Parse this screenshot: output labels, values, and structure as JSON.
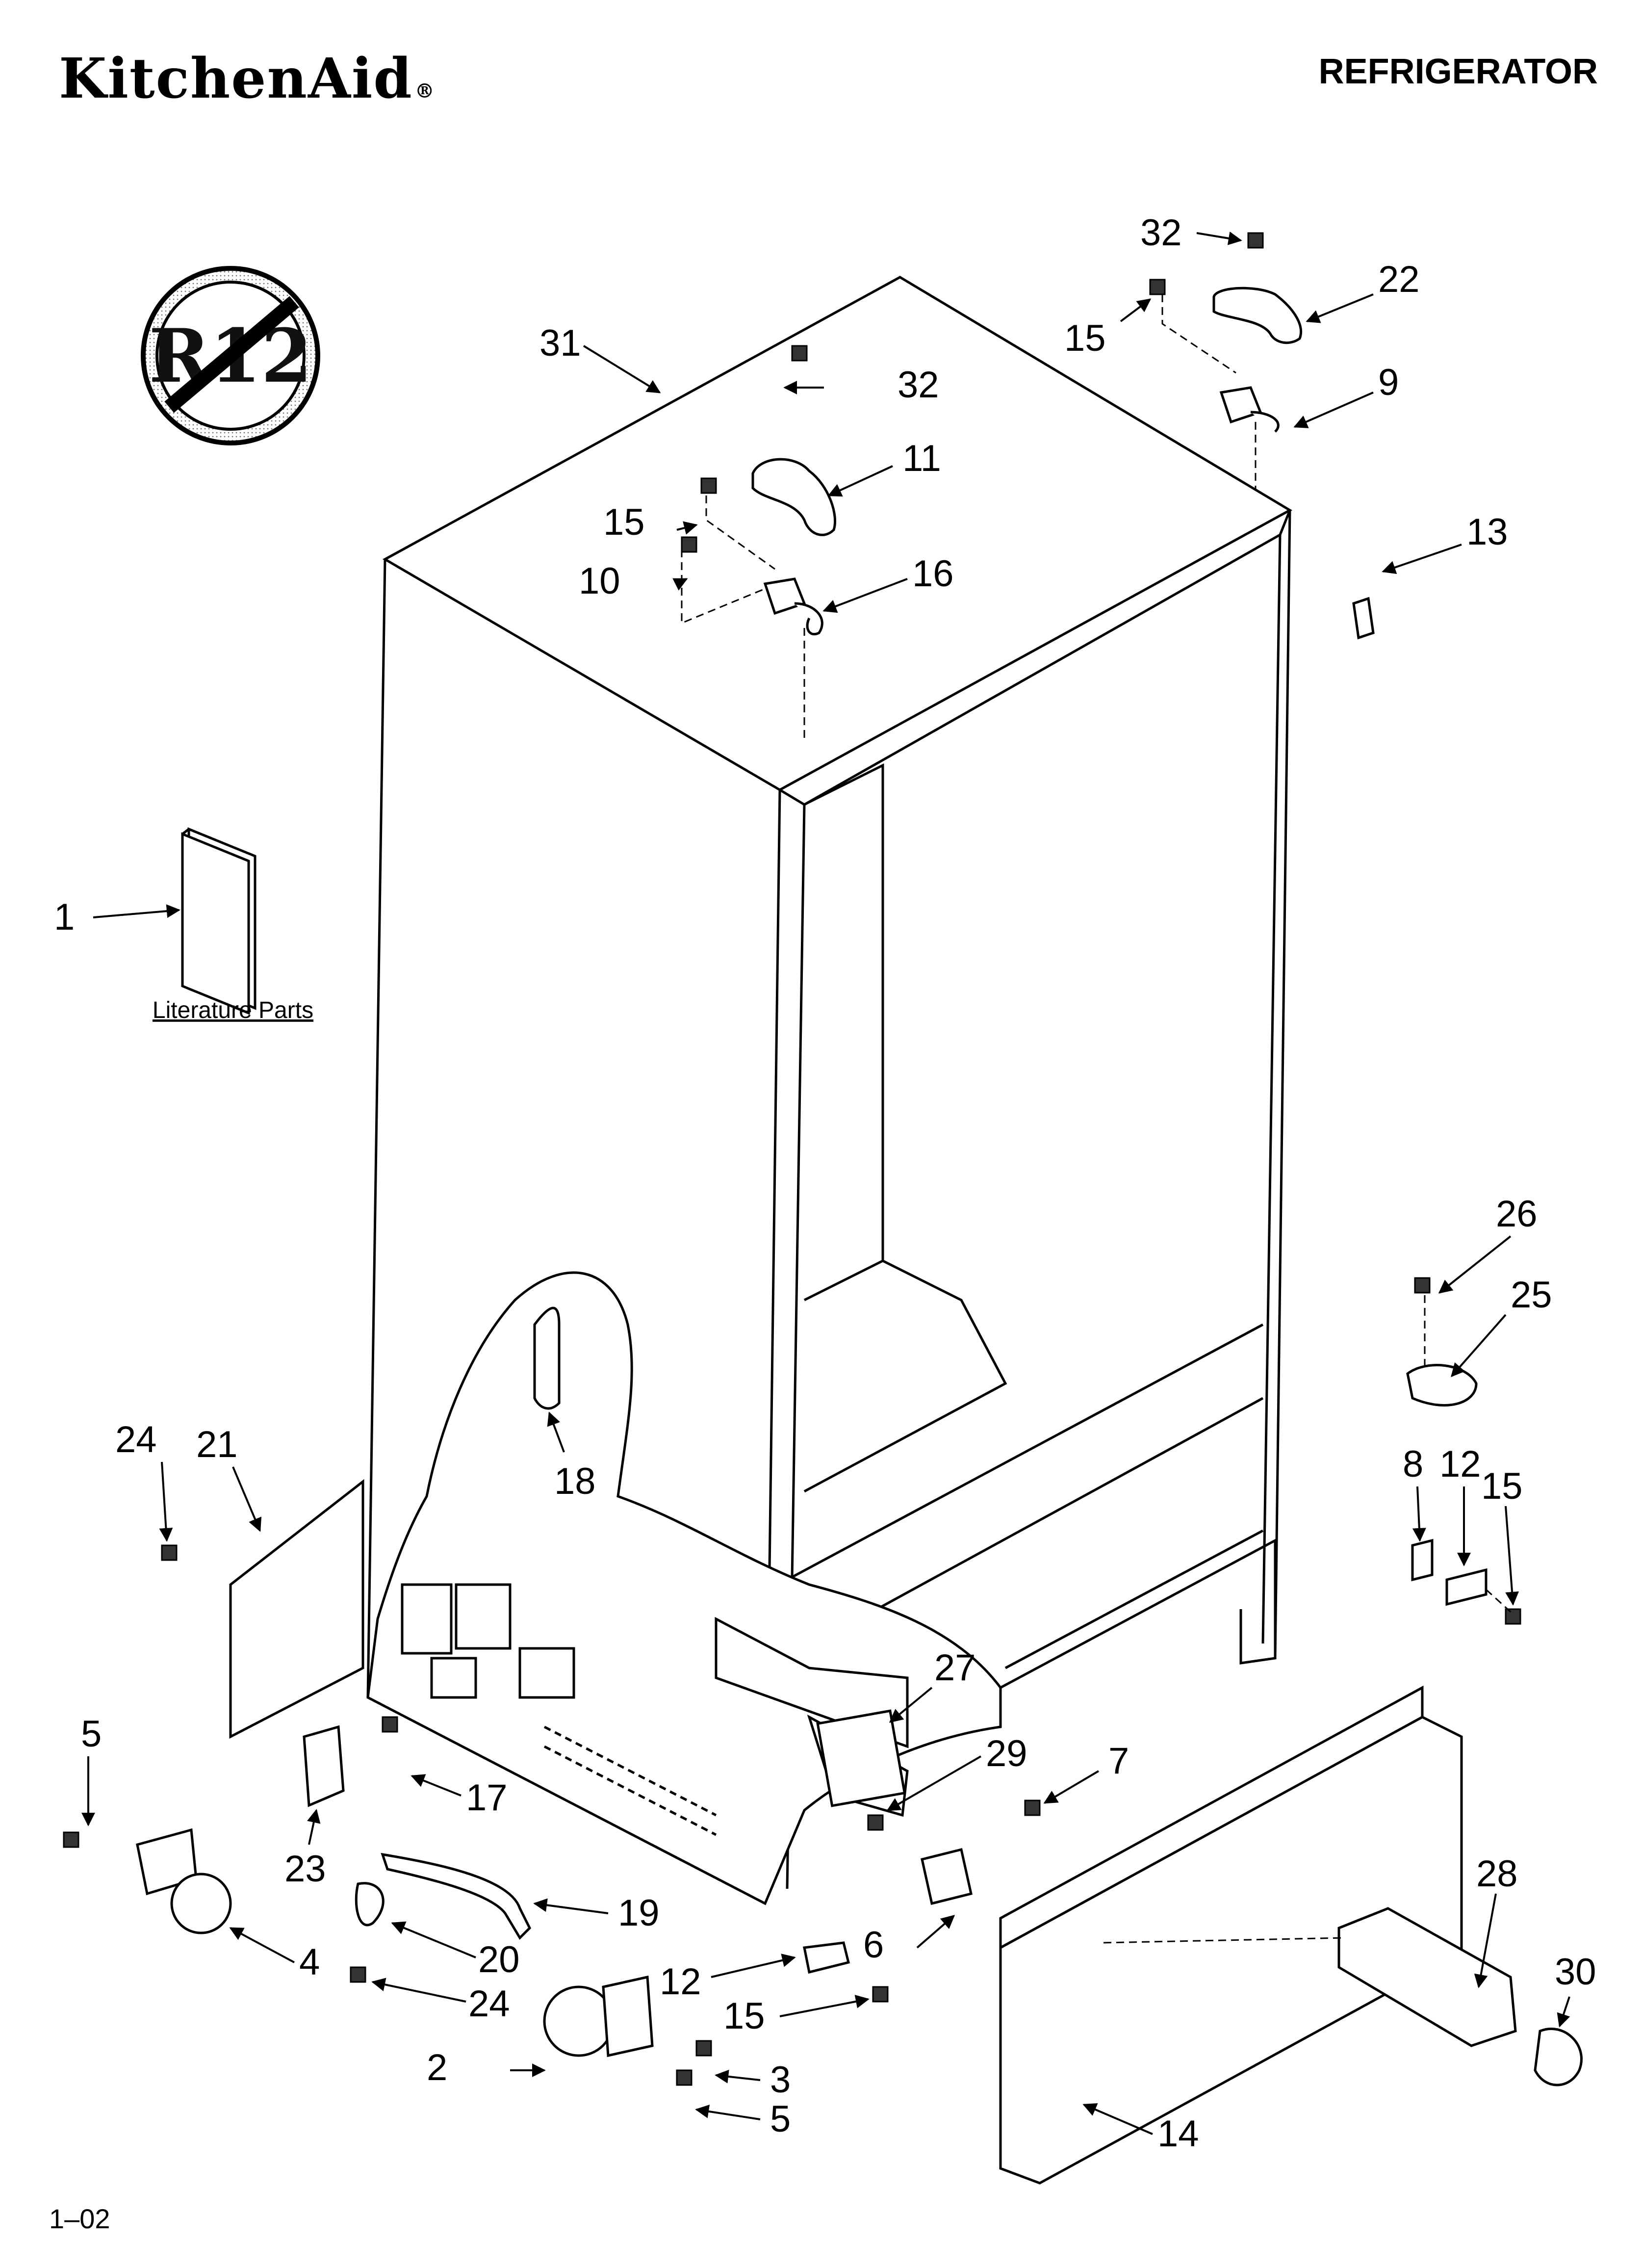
{
  "header": {
    "brand": "KitchenAid",
    "brand_mark": "®",
    "title": "REFRIGERATOR"
  },
  "badge": {
    "text": "R12",
    "icon": "no-r12-prohibited-icon"
  },
  "literature_label": "Literature Parts",
  "callouts": {
    "c1": "1",
    "c2": "2",
    "c3": "3",
    "c4": "4",
    "c5a": "5",
    "c5b": "5",
    "c6": "6",
    "c7": "7",
    "c8": "8",
    "c9": "9",
    "c10": "10",
    "c11": "11",
    "c12a": "12",
    "c12b": "12",
    "c13": "13",
    "c14": "14",
    "c15a": "15",
    "c15b": "15",
    "c15c": "15",
    "c15d": "15",
    "c16": "16",
    "c17": "17",
    "c18": "18",
    "c19": "19",
    "c20": "20",
    "c21": "21",
    "c22": "22",
    "c23": "23",
    "c24a": "24",
    "c24b": "24",
    "c25": "25",
    "c26": "26",
    "c27": "27",
    "c28": "28",
    "c29": "29",
    "c30": "30",
    "c31": "31",
    "c32a": "32",
    "c32b": "32"
  },
  "footer": {
    "code": "1–02"
  }
}
